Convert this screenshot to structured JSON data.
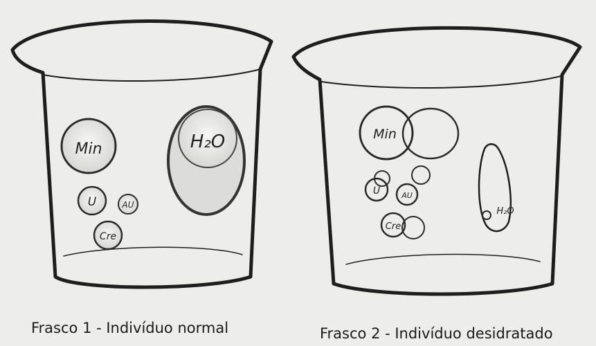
{
  "flasks": [
    {
      "caption": "Frasco 1 - Indivíduo normal",
      "particles": {
        "mineral": "Min",
        "water": "H₂O",
        "urea": "U",
        "uric_acid": "AU",
        "creatinine": "Cre"
      }
    },
    {
      "caption": "Frasco 2 - Indivíduo desidratado",
      "particles": {
        "mineral": "Min",
        "water": "H₂O",
        "urea": "U",
        "uric_acid": "AU",
        "creatinine": "Cre"
      }
    }
  ]
}
